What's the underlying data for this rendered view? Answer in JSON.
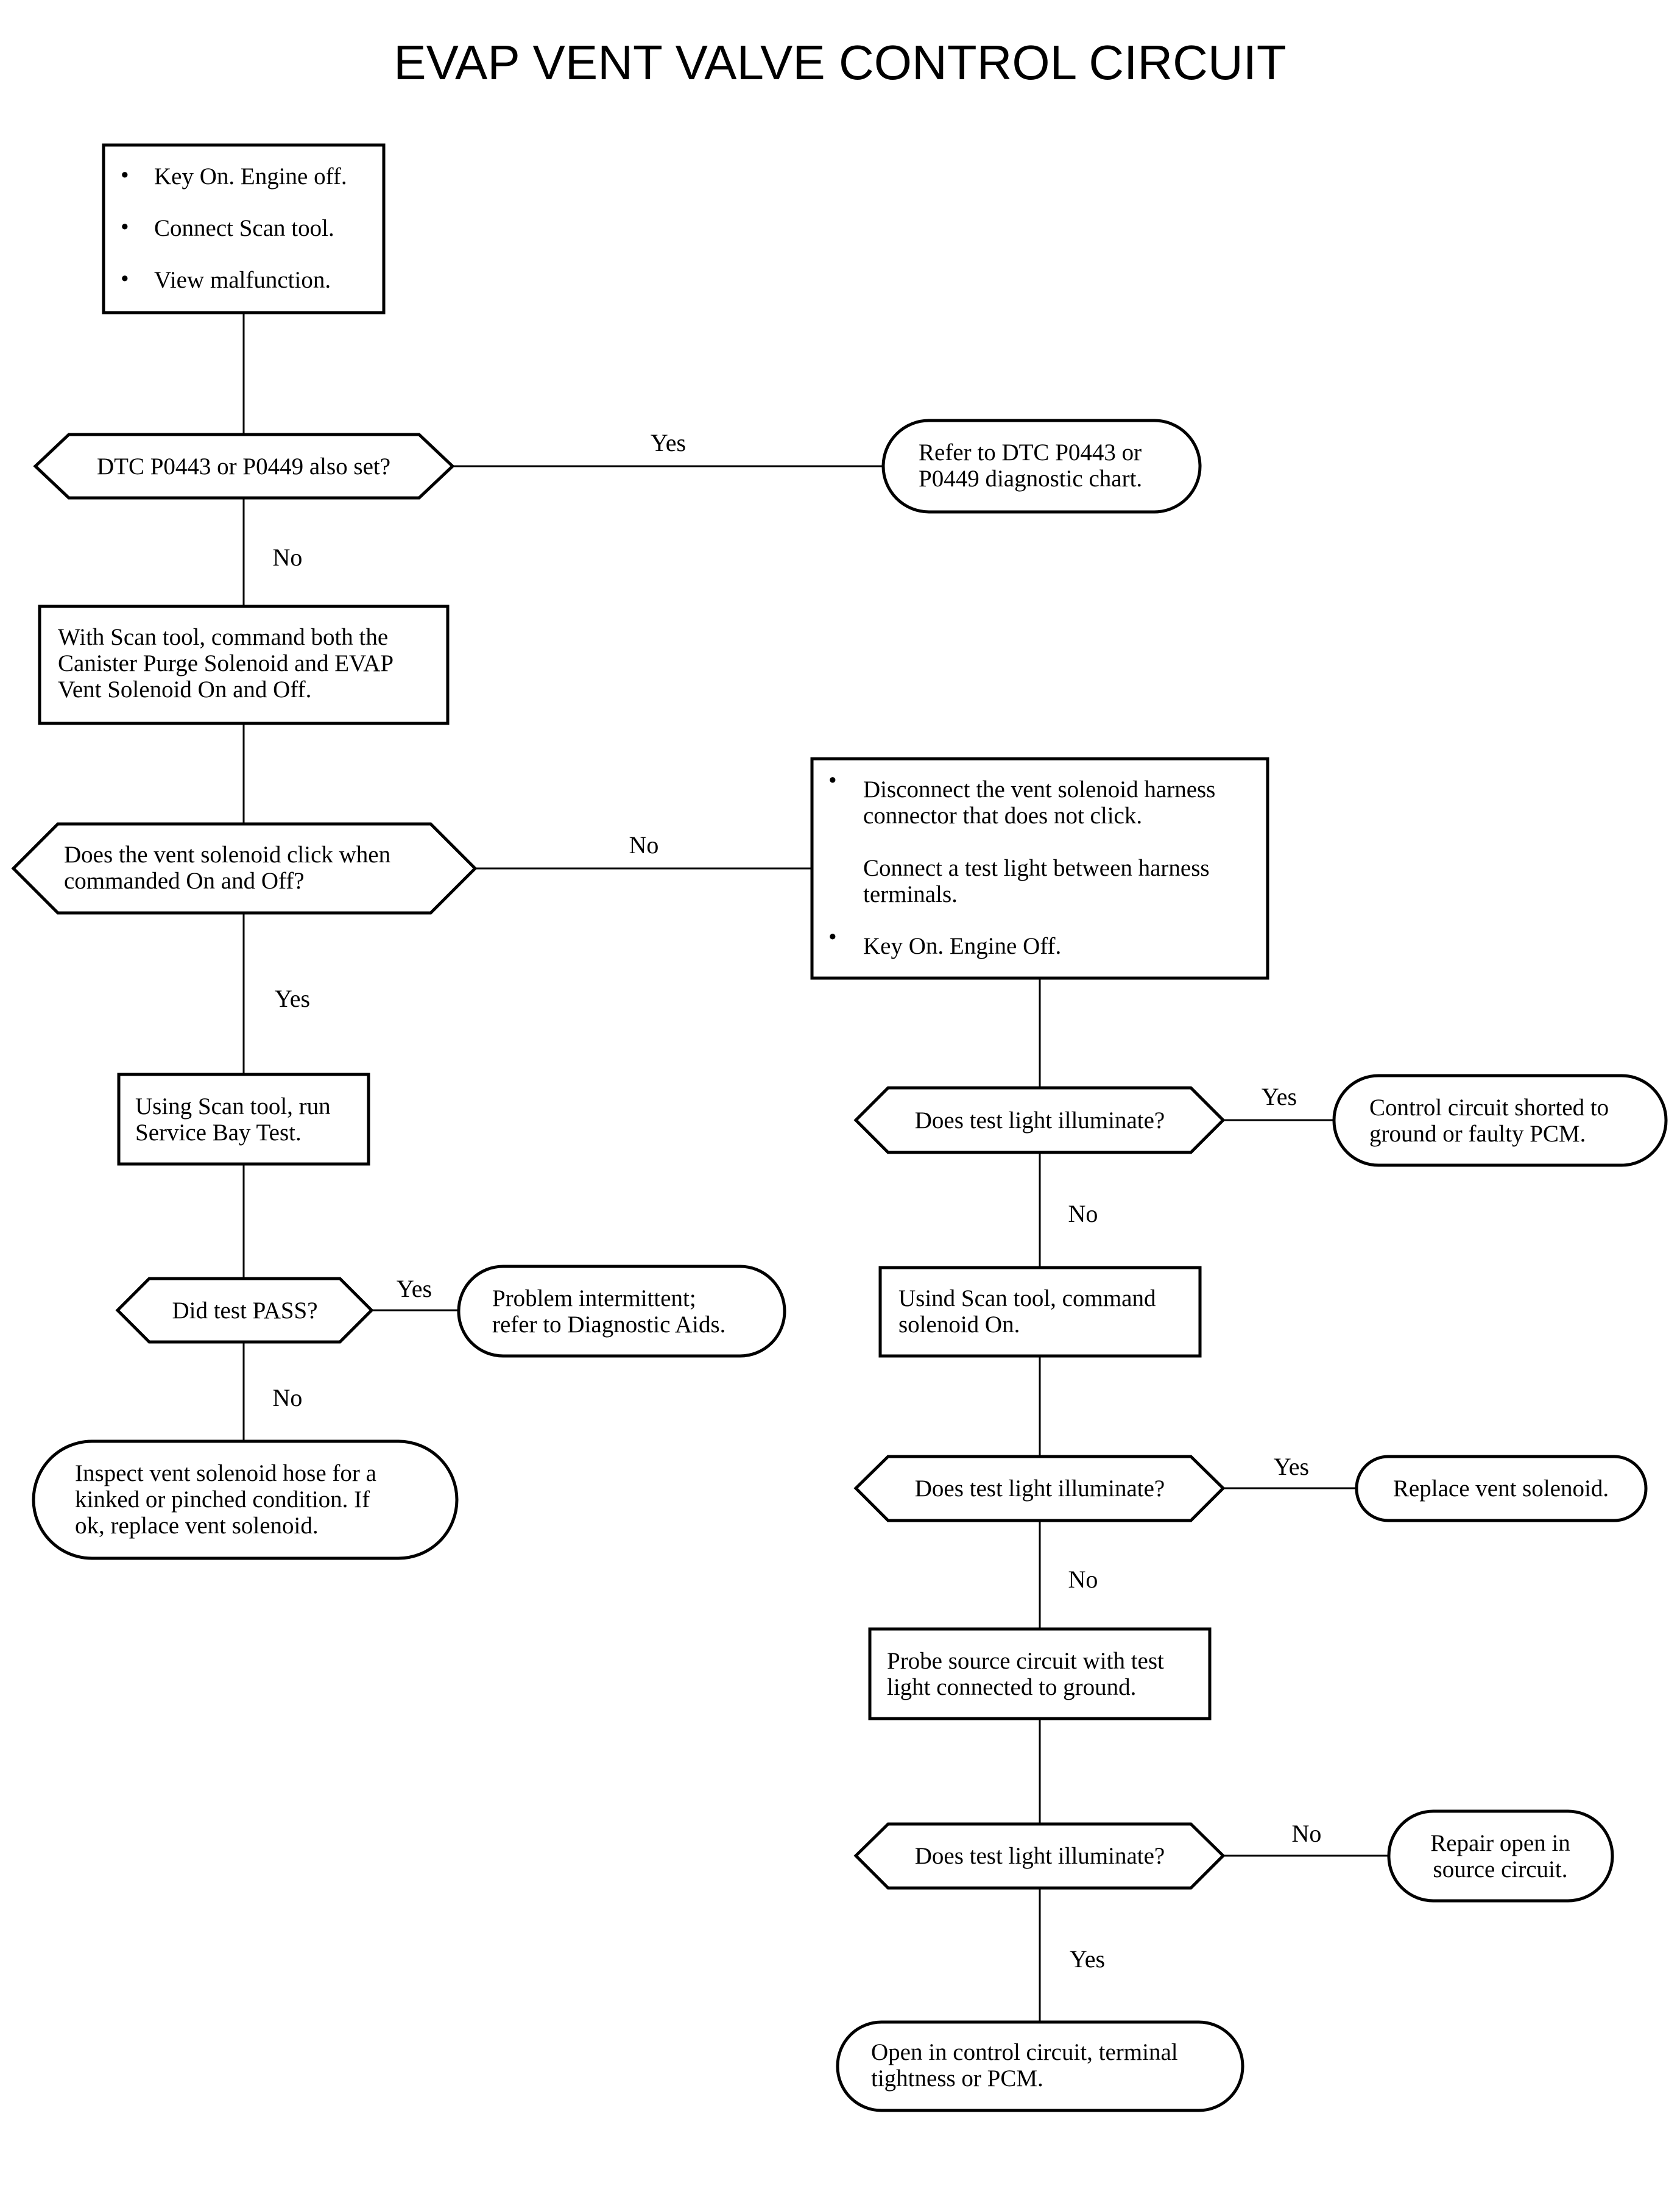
{
  "title": "EVAP VENT VALVE CONTROL CIRCUIT",
  "steps": {
    "start": [
      "Key On. Engine off.",
      "Connect Scan tool.",
      "View malfunction."
    ],
    "q_dtc": "DTC P0443 or P0449 also set?",
    "r_refer": [
      "Refer to DTC P0443 or",
      "P0449 diagnostic chart."
    ],
    "command_both": [
      "With Scan tool, command both the",
      "Canister Purge Solenoid and EVAP",
      "Vent Solenoid On and Off."
    ],
    "q_click": [
      "Does the vent solenoid click when",
      "commanded On and Off?"
    ],
    "disconnect": [
      "Disconnect the vent solenoid harness",
      "connector that does not click.",
      "Connect a test light between harness",
      "terminals.",
      "Key On. Engine Off."
    ],
    "service_bay": [
      "Using Scan tool, run",
      "Service Bay Test."
    ],
    "q_light_1": "Does test light illuminate?",
    "r_shorted": [
      "Control circuit shorted to",
      "ground or faulty PCM."
    ],
    "q_pass": "Did test PASS?",
    "r_intermittent": [
      "Problem intermittent;",
      "refer to Diagnostic Aids."
    ],
    "command_on": [
      "Usind Scan tool, command",
      "solenoid On."
    ],
    "r_inspect": [
      "Inspect vent solenoid hose for a",
      "kinked or pinched condition. If",
      "ok, replace vent solenoid."
    ],
    "q_light_2": "Does test light illuminate?",
    "r_replace": "Replace vent solenoid.",
    "probe": [
      "Probe source circuit with test",
      "light connected to ground."
    ],
    "q_light_3": "Does test light illuminate?",
    "r_repair": [
      "Repair open in",
      "source circuit."
    ],
    "r_open": [
      "Open in control circuit, terminal",
      "tightness or PCM."
    ]
  },
  "labels": {
    "dtc_yes": "Yes",
    "dtc_no": "No",
    "click_no": "No",
    "click_yes": "Yes",
    "light1_yes": "Yes",
    "light1_no": "No",
    "pass_yes": "Yes",
    "pass_no": "No",
    "light2_yes": "Yes",
    "light2_no": "No",
    "light3_no": "No",
    "light3_yes": "Yes"
  },
  "bullet": "•"
}
